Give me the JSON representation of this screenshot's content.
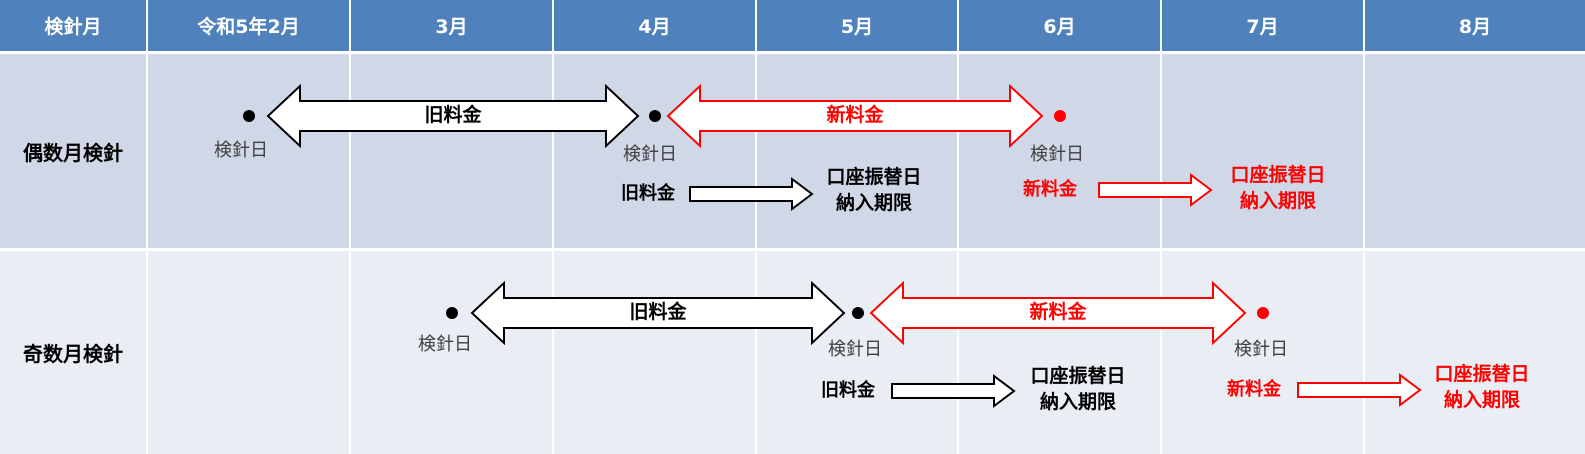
{
  "header": {
    "month_col_label": "検針月",
    "months": [
      "令和5年2月",
      "3月",
      "4月",
      "5月",
      "6月",
      "7月",
      "8月"
    ]
  },
  "rows": {
    "even": {
      "label": "偶数月検針"
    },
    "odd": {
      "label": "奇数月検針"
    }
  },
  "legend_text": {
    "meter_reading_day": "検針日",
    "old_rate": "旧料金",
    "new_rate": "新料金",
    "transfer_day": "口座振替日",
    "payment_deadline": "納入期限"
  },
  "colors": {
    "header_bg": "#4f81bd",
    "row_even_bg": "#d0d8e8",
    "row_odd_bg": "#e9edf4",
    "old_rate": "#000000",
    "new_rate": "#ff0000"
  }
}
